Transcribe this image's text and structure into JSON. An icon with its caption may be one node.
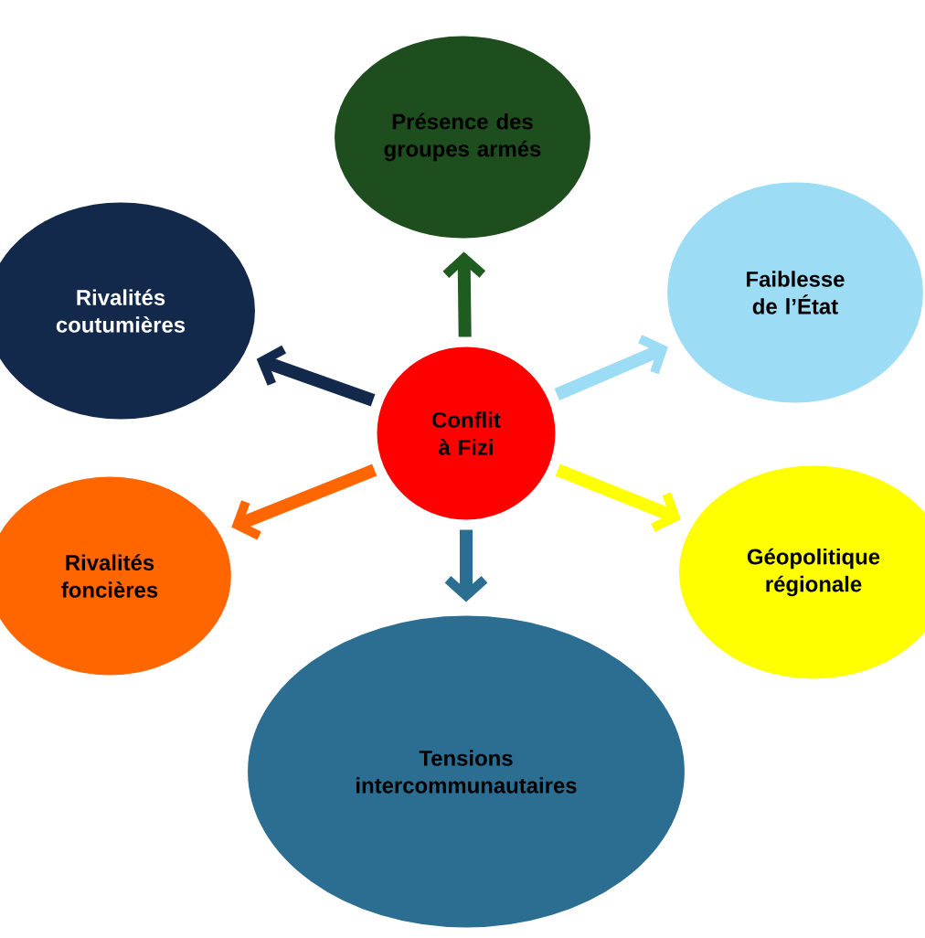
{
  "diagram": {
    "nodes": [
      {
        "text": [
          "Conflit à Fizi"
        ]
      },
      {
        "text": [
          "Présence des groupes armés"
        ]
      },
      {
        "text": [
          "Faiblesse de l’État"
        ]
      },
      {
        "text": [
          "Géopolitique régionale"
        ]
      },
      {
        "text": [
          "Tensions intercommunautaires"
        ]
      },
      {
        "text": [
          "Rivalités foncières"
        ]
      },
      {
        "text": [
          "Rivalités coutumières"
        ]
      }
    ],
    "edges": [
      {
        "from": 0,
        "to": 1,
        "arrow": "to",
        "color": "#1f5c1f"
      },
      {
        "from": 0,
        "to": 2,
        "arrow": "to",
        "color": "#9ddcf5"
      },
      {
        "from": 0,
        "to": 3,
        "arrow": "to",
        "color": "#ffff00"
      },
      {
        "from": 0,
        "to": 4,
        "arrow": "to",
        "color": "#2b6e92"
      },
      {
        "from": 0,
        "to": 5,
        "arrow": "to",
        "color": "#ff6600"
      },
      {
        "from": 0,
        "to": 6,
        "arrow": "to",
        "color": "#13294b"
      }
    ]
  }
}
